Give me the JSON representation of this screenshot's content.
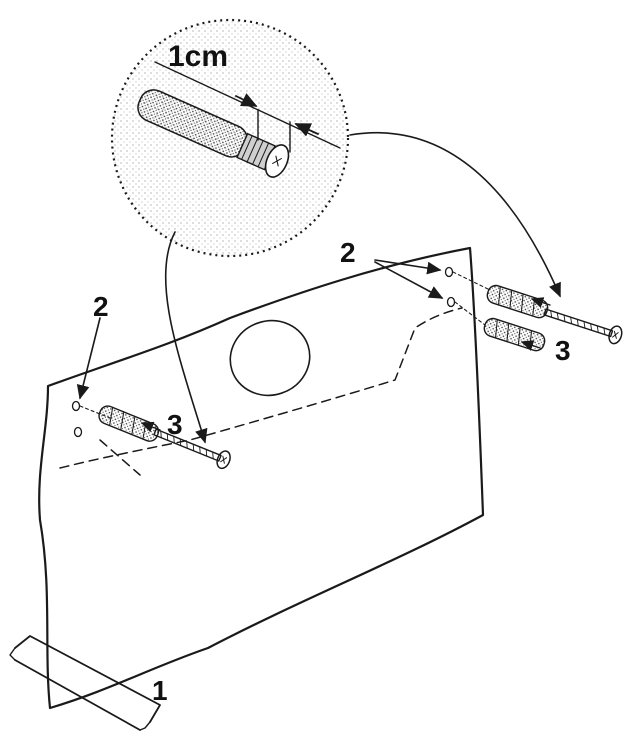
{
  "labels": {
    "measure": "1cm",
    "wall_marker": "1",
    "hole_marker_left": "2",
    "hole_marker_right": "2",
    "anchor_marker_left": "3",
    "anchor_marker_right": "3"
  },
  "colors": {
    "ink": "#1a1a1a",
    "paper": "#ffffff",
    "stipple": "#8a8a8a",
    "zoom_fill": "#f4f4f4"
  },
  "icons": {
    "zoom_circle": "magnifier-detail",
    "anchor": "wall-plug-icon",
    "screw": "screw-icon"
  }
}
